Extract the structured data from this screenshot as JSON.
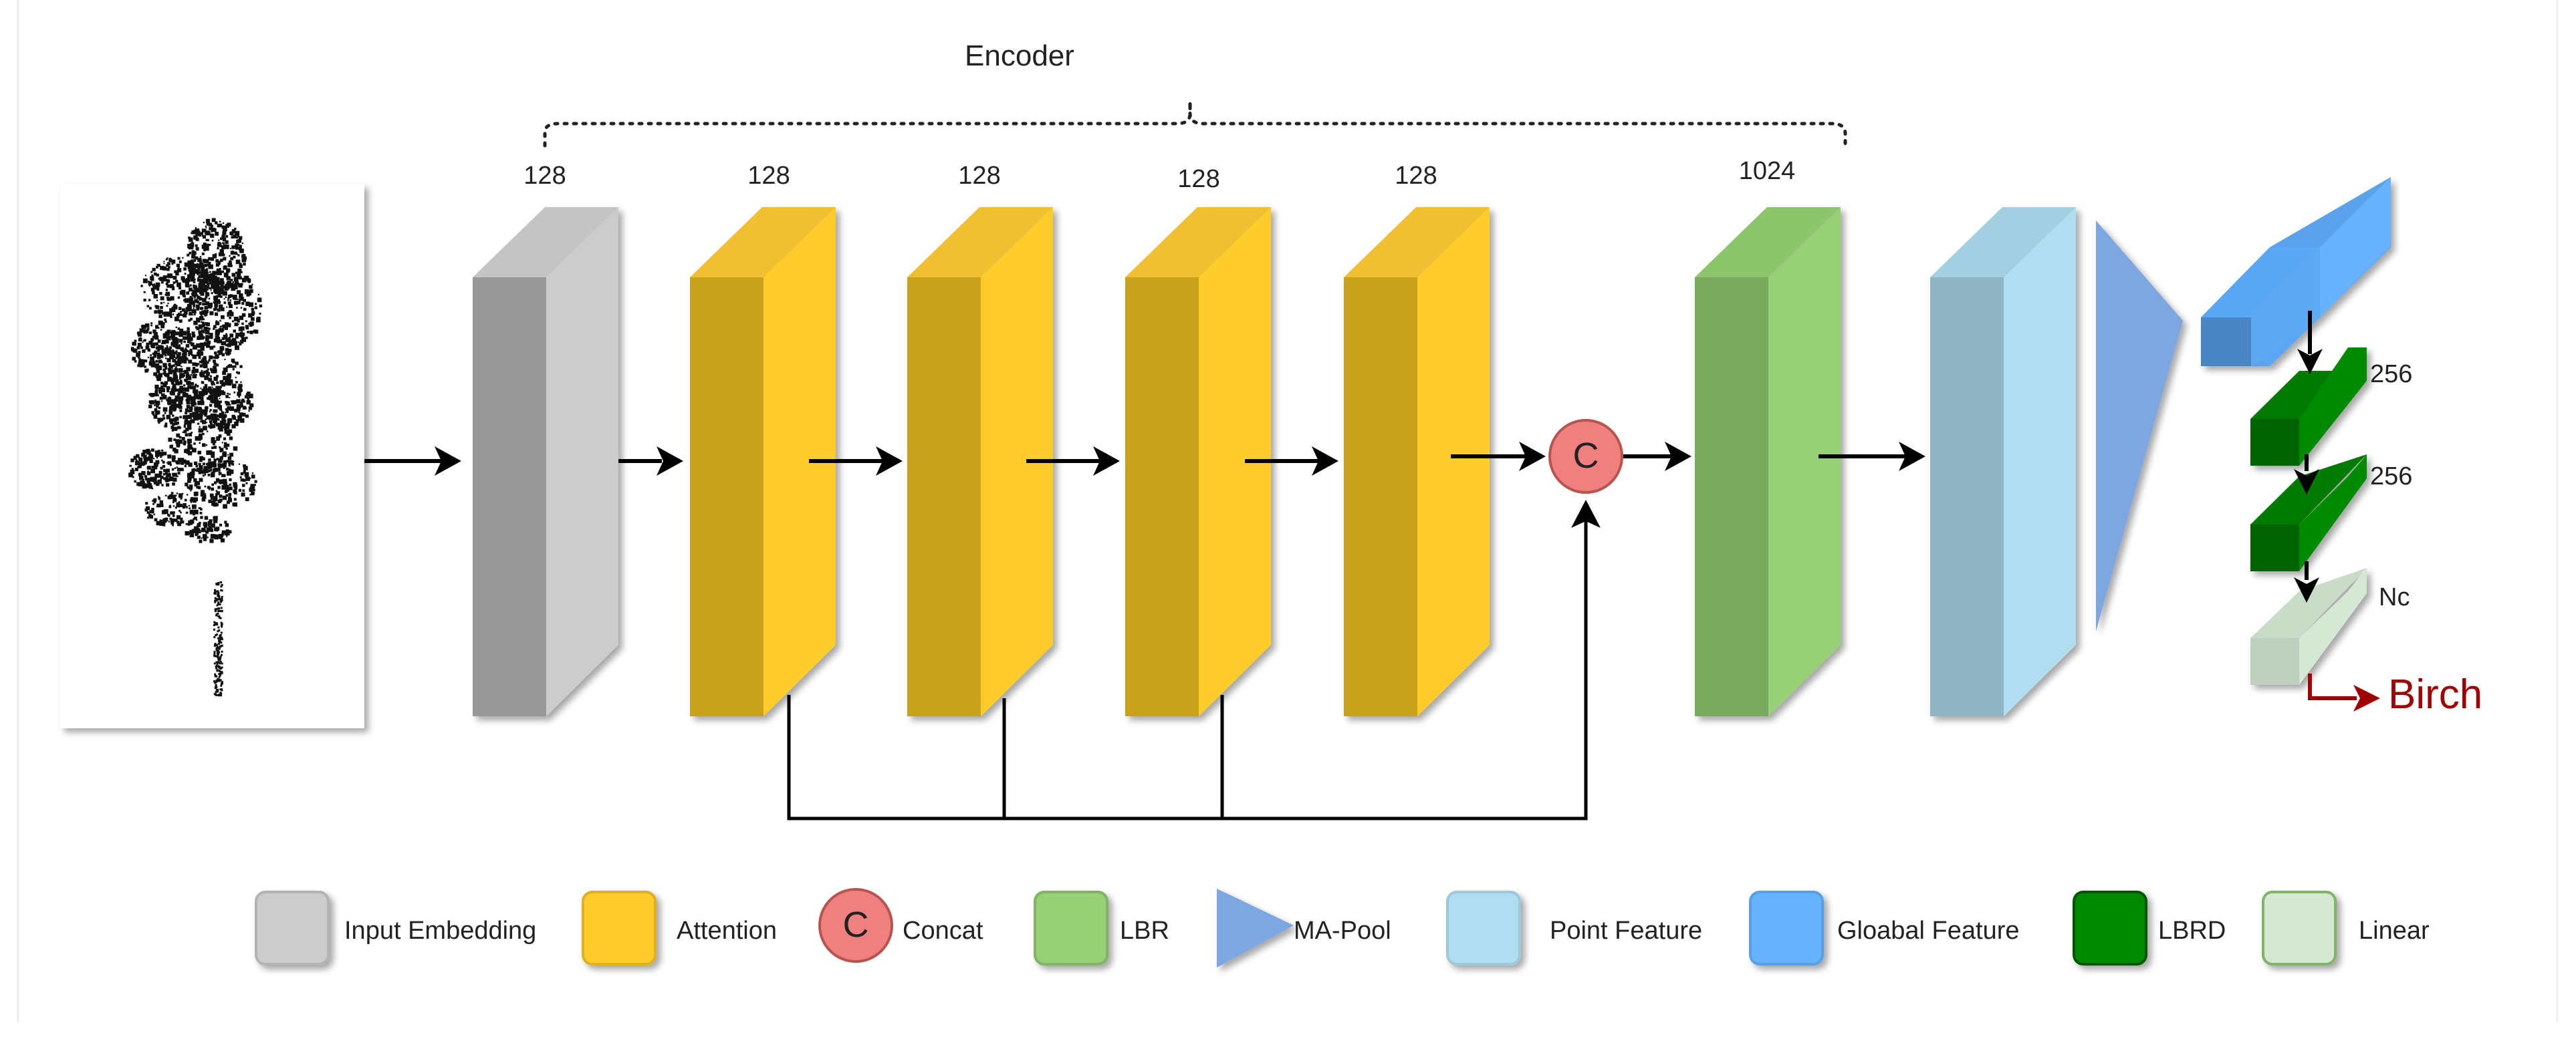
{
  "diagram": {
    "encoder_label": "Encoder",
    "block_dims": [
      "128",
      "128",
      "128",
      "128",
      "128",
      "1024"
    ],
    "head_dims": [
      "256",
      "256",
      "Nc"
    ],
    "concat_symbol": "C",
    "output_label": "Birch",
    "colors": {
      "input_embedding": "#cccccc",
      "attention": "#ffcc29",
      "lbr": "#97d077",
      "point_feature": "#b1ddf0",
      "global_feature": "#66b2ff",
      "lbrd": "#008a00",
      "linear": "#d5e8d4",
      "concat": "#f08080",
      "ma_pool": "#7ea6e0",
      "output": "#a00000"
    }
  },
  "legend": [
    {
      "name": "input-embedding",
      "label": "Input Embedding"
    },
    {
      "name": "attention",
      "label": "Attention"
    },
    {
      "name": "concat",
      "label": "Concat"
    },
    {
      "name": "lbr",
      "label": "LBR"
    },
    {
      "name": "ma-pool",
      "label": "MA-Pool"
    },
    {
      "name": "point-feature",
      "label": "Point Feature"
    },
    {
      "name": "global-feature",
      "label": "Gloabal Feature"
    },
    {
      "name": "lbrd",
      "label": "LBRD"
    },
    {
      "name": "linear",
      "label": "Linear"
    }
  ]
}
